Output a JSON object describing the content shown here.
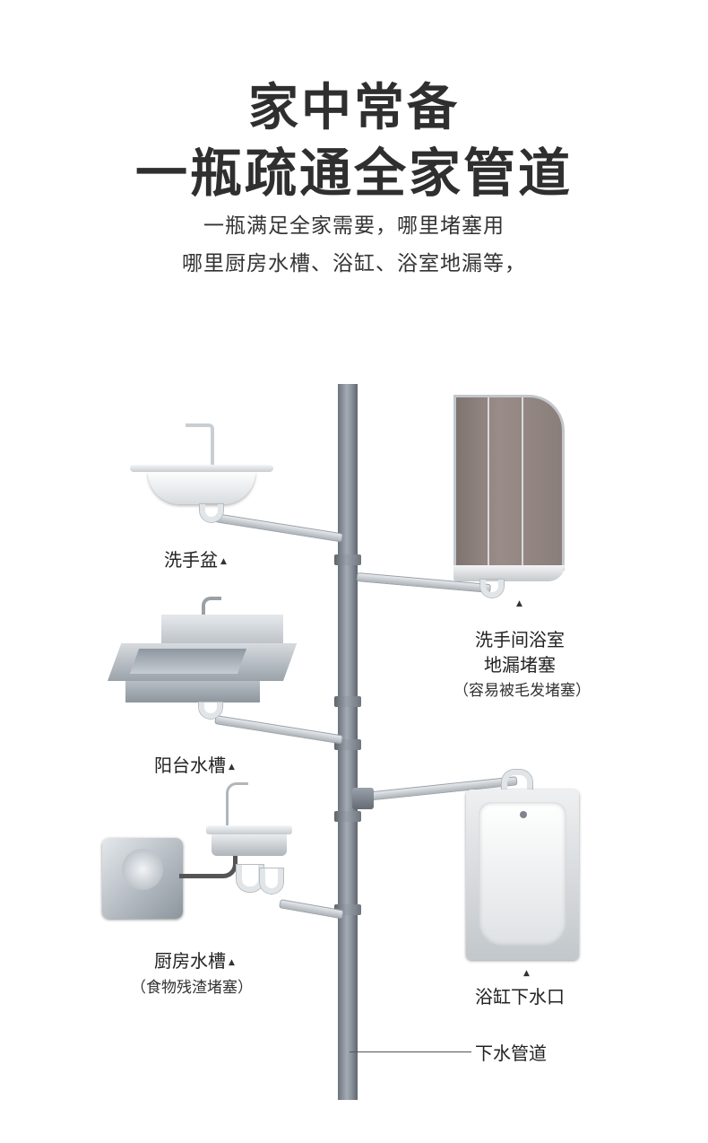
{
  "header": {
    "title_line1": "家中常备",
    "title_line2": "一瓶疏通全家管道",
    "subtitle_line1": "一瓶满足全家需要，哪里堵塞用",
    "subtitle_line2": "哪里厨房水槽、浴缸、浴室地漏等，"
  },
  "labels": {
    "wash_basin": "洗手盆",
    "balcony_sink": "阳台水槽",
    "kitchen_sink": "厨房水槽",
    "kitchen_sink_note": "（食物残渣堵塞）",
    "bathroom_line1": "洗手间浴室",
    "bathroom_line2": "地漏堵塞",
    "bathroom_note": "（容易被毛发堵塞）",
    "bathtub_drain": "浴缸下水口",
    "drain_pipe": "下水管道",
    "marker": "▲"
  }
}
